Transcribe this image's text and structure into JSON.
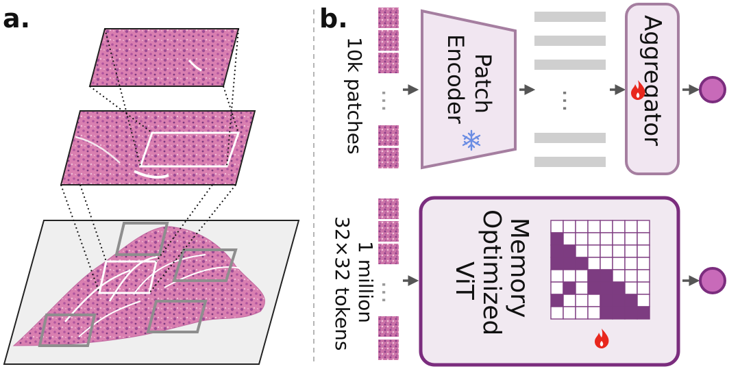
{
  "panel_a": {
    "label": "a."
  },
  "panel_b": {
    "label": "b.",
    "top": {
      "input_label": "10k patches",
      "encoder_label_1": "Patch",
      "encoder_label_2": "Encoder",
      "aggregator_label": "Aggregator",
      "ellipsis": "…"
    },
    "bottom": {
      "input_label_1": "1 million",
      "input_label_2": "32×32 tokens",
      "model_label_1": "Memory",
      "model_label_2": "Optimized",
      "model_label_3": "ViT",
      "ellipsis": "…"
    },
    "icons": {
      "frozen": "snowflake-icon",
      "trainable": "flame-icon"
    }
  },
  "colors": {
    "tissue": "#c65b95",
    "tissue_light": "#e7a9cb",
    "encoder_fill": "#f1e6f1",
    "encoder_stroke": "#a57ea0",
    "vit_stroke": "#7b2d7e",
    "vit_fill": "#f1e9f1",
    "output_node": "#c86ab9",
    "mask_fill": "#7d3c81",
    "token_bar": "#cfcfcf",
    "arrow": "#555555",
    "snowflake": "#6b8de3",
    "flame": "#e8271d"
  }
}
